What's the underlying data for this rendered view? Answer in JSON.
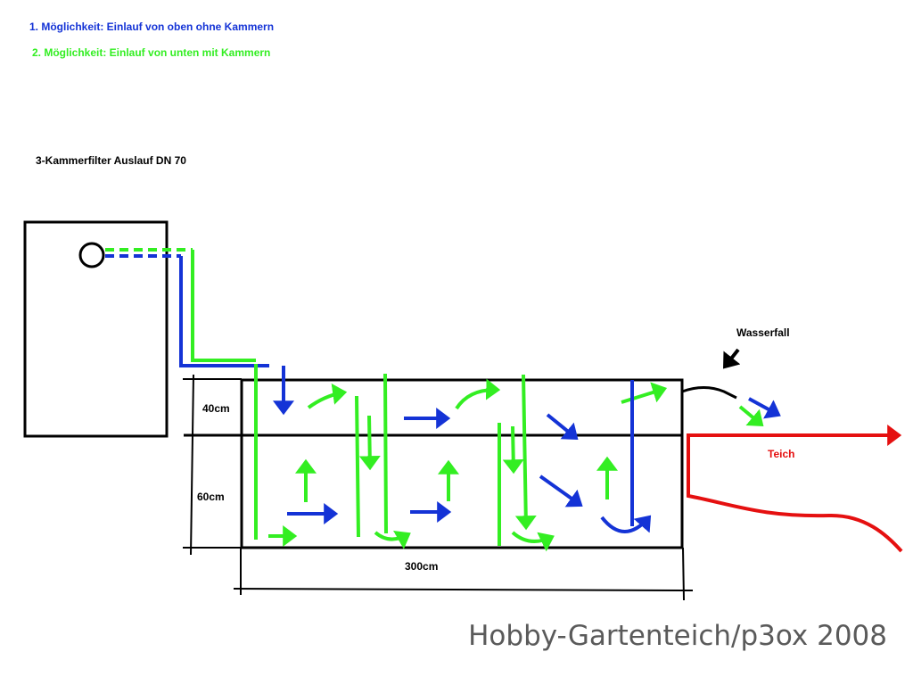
{
  "legend": {
    "option_1": "1. Möglichkeit: Einlauf von oben ohne Kammern",
    "option_2": "2. Möglichkeit: Einlauf von unten mit Kammern"
  },
  "filter_label": "3-Kammerfilter Auslauf DN 70",
  "dimensions": {
    "top_height": "40cm",
    "bottom_height": "60cm",
    "length": "300cm"
  },
  "waterfall_label": "Wasserfall",
  "pond_label": "Teich",
  "watermark": "Hobby-Gartenteich/p3ox 2008",
  "colors": {
    "option_1": "#1433d6",
    "option_2": "#33ee22",
    "pond": "#e51010",
    "outline": "#000000",
    "watermark": "#5a5a5a"
  }
}
